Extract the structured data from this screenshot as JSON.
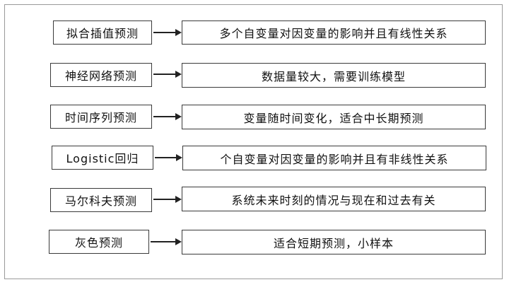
{
  "rows": [
    {
      "method": "拟合插值预测",
      "description": "多个自变量对因变量的影响并且有线性关系"
    },
    {
      "method": "神经网络预测",
      "description": "数据量较大，需要训练模型"
    },
    {
      "method": "时间序列预测",
      "description": "变量随时间变化，适合中长期预测"
    },
    {
      "method": "Logistic回归",
      "description": "个自变量对因变量的影响并且有非线性关系"
    },
    {
      "method": "马尔科夫预测",
      "description": "系统未来时刻的情况与现在和过去有关"
    },
    {
      "method": "灰色预测",
      "description": "适合短期预测，小样本"
    }
  ],
  "colors": {
    "border": "#3a3a3a",
    "frame": "#9a9a9a",
    "arrow": "#222222"
  }
}
